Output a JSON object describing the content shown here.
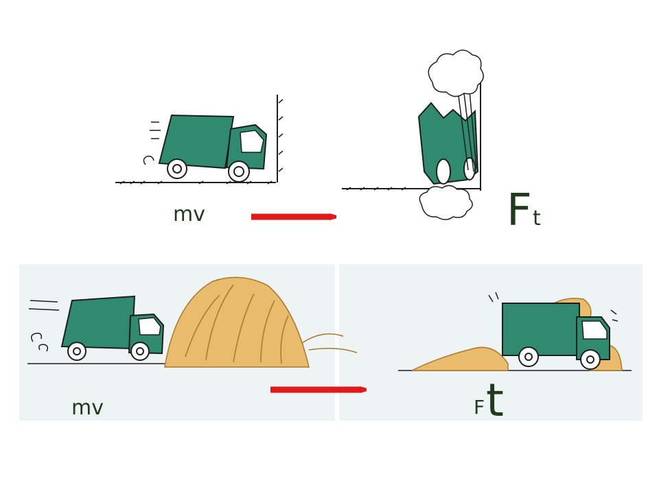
{
  "colors": {
    "truck_green": "#2f8a6e",
    "truck_outline": "#1d1d1d",
    "arrow_red": "#e0191b",
    "hay": "#e8bc6c",
    "hay_outline": "#a9772e",
    "panel_bg": "#eef3f4",
    "label": "#1f3a1c"
  },
  "top_panel": {
    "before_label": "mv",
    "after_label_big": "F",
    "after_label_small": "t"
  },
  "bottom_panel": {
    "before_label": "mv",
    "after_label_small": "F",
    "after_label_big": "t"
  }
}
